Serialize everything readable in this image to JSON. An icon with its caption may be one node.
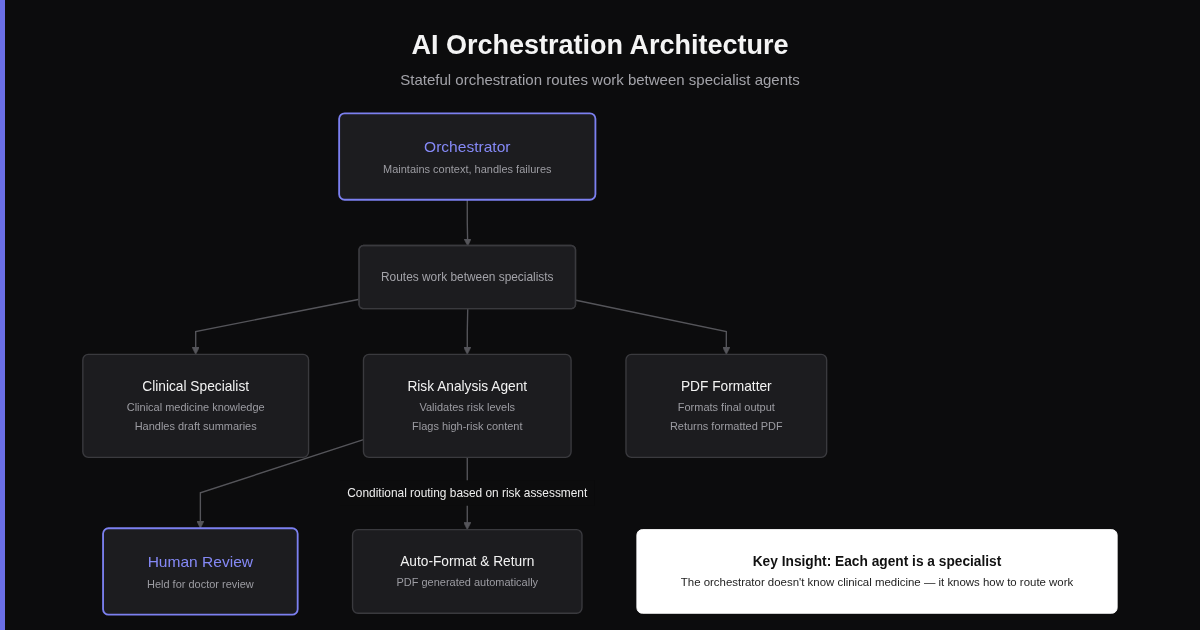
{
  "diagram": {
    "title": "AI Orchestration Architecture",
    "nodes": [
      {
        "text": [
          "Orchestrator",
          "Maintains context, handles failures"
        ]
      },
      {
        "text": [
          "Routes work between specialists"
        ]
      },
      {
        "text": [
          "Clinical Specialist",
          "Clinical medicine knowledge",
          "Handles draft summaries"
        ]
      },
      {
        "text": [
          "Risk Analysis Agent",
          "Validates risk levels",
          "Flags high-risk content"
        ]
      },
      {
        "text": [
          "PDF Formatter",
          "Formats final output",
          "Returns formatted PDF"
        ]
      },
      {
        "text": [
          "Human Review",
          "Held for doctor review"
        ]
      },
      {
        "text": [
          "Auto-Format & Return",
          "PDF generated automatically"
        ]
      },
      {
        "text": [
          "Key Insight: Each agent is a specialist",
          "The orchestrator doesn't know clinical medicine — it knows how to route work"
        ]
      }
    ],
    "edges": [
      {
        "from": 0,
        "to": 1,
        "arrow": "to"
      },
      {
        "from": 1,
        "to": 2,
        "arrow": "to"
      },
      {
        "from": 1,
        "to": 3,
        "arrow": "to"
      },
      {
        "from": 1,
        "to": 4,
        "arrow": "to"
      },
      {
        "from": 3,
        "to": 5,
        "arrow": "to"
      },
      {
        "from": 3,
        "to": 6,
        "arrow": "to",
        "label": "Conditional routing based on risk assessment"
      }
    ],
    "labels": [
      "Stateful orchestration routes work between specialist agents"
    ]
  }
}
